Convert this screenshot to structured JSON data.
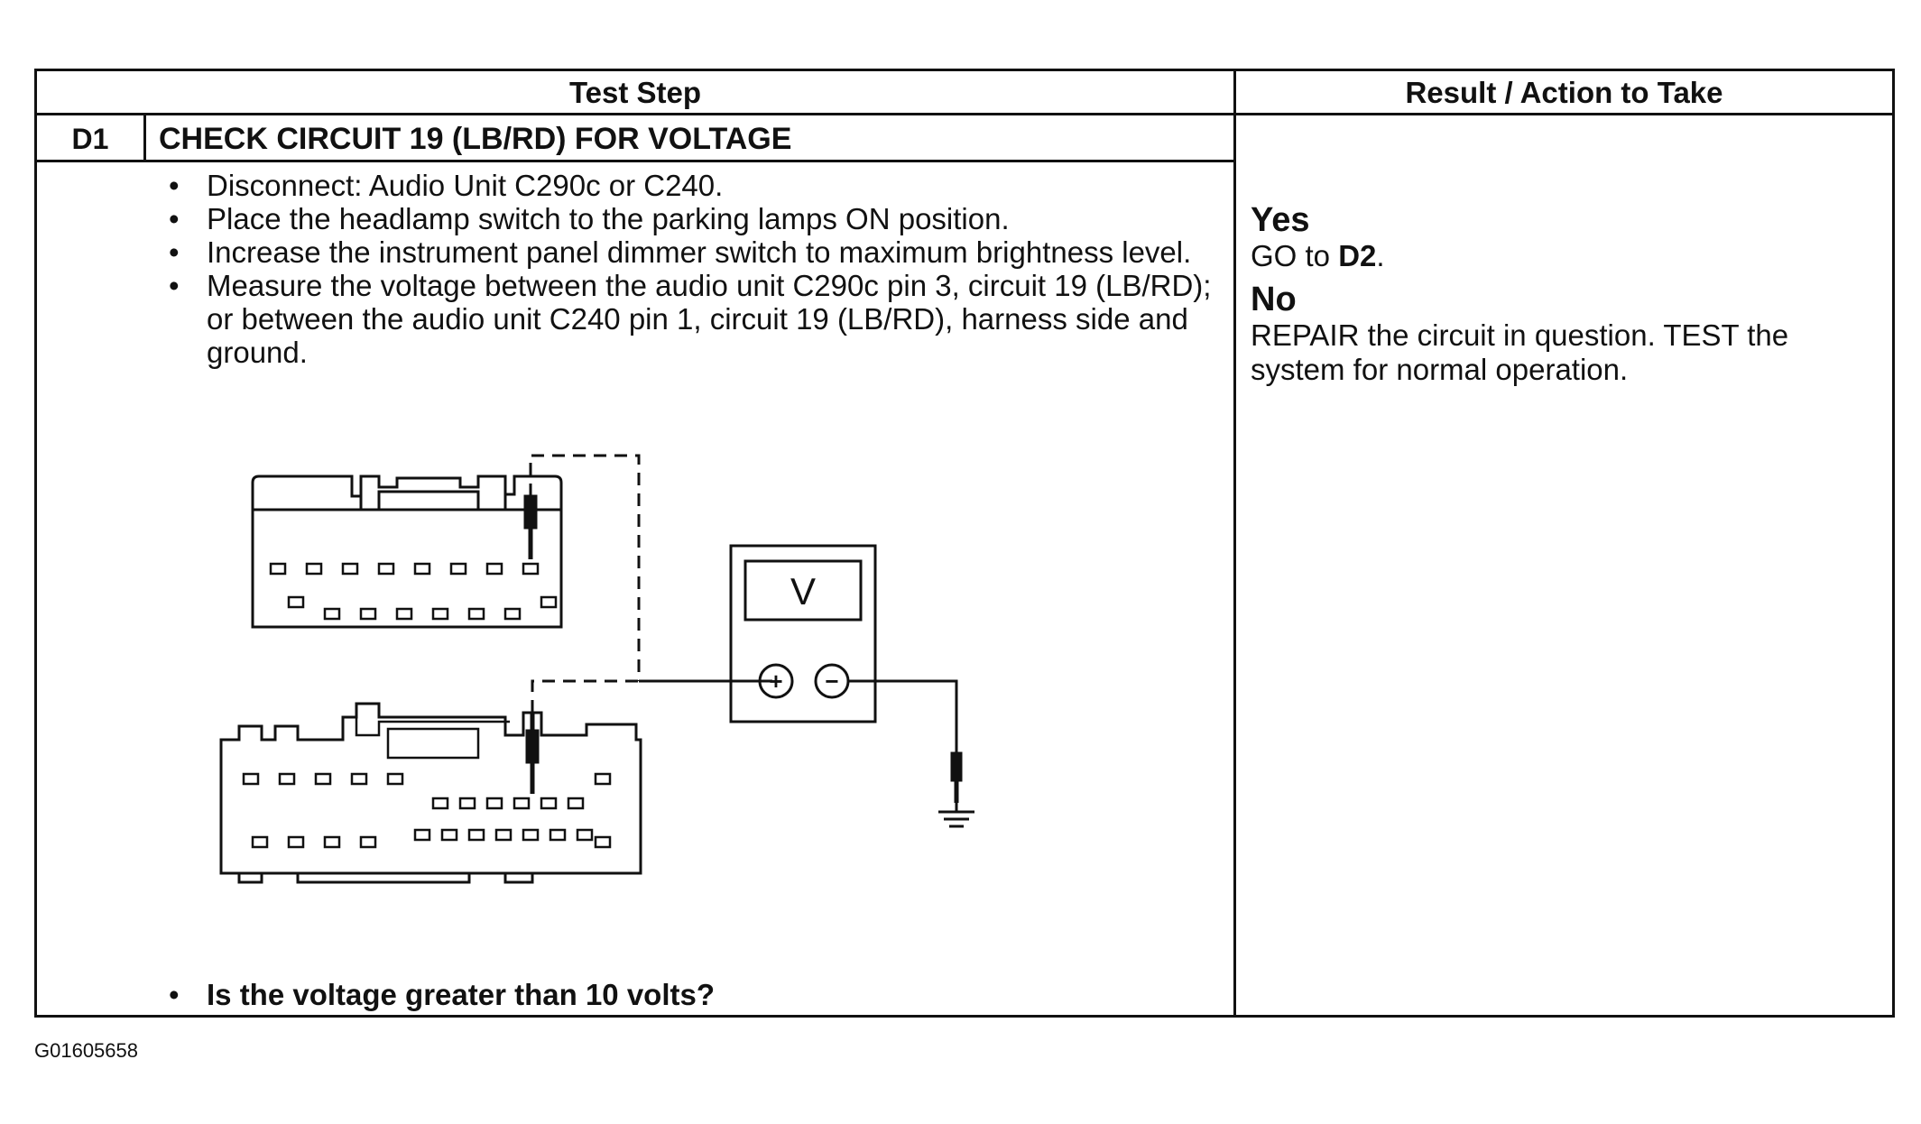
{
  "table": {
    "header_left": "Test Step",
    "header_right": "Result / Action to Take",
    "step_id": "D1",
    "step_title": "CHECK CIRCUIT 19 (LB/RD) FOR VOLTAGE",
    "bullets": [
      "Disconnect: Audio Unit C290c or C240.",
      "Place the headlamp switch to the parking lamps ON position.",
      "Increase the instrument panel dimmer switch to maximum brightness level.",
      "Measure the voltage between the audio unit C290c pin 3, circuit 19 (LB/RD); or between the audio unit C240 pin 1, circuit 19 (LB/RD), harness side and ground."
    ],
    "question": "Is the voltage greater than 10 volts?"
  },
  "result": {
    "yes_label": "Yes",
    "yes_action_prefix": "GO to ",
    "yes_action_target": "D2",
    "yes_action_suffix": ".",
    "no_label": "No",
    "no_action": "REPAIR the circuit in question. TEST the system for normal operation."
  },
  "diagram": {
    "meter_symbol": "V",
    "plus_symbol": "+",
    "minus_symbol": "−"
  },
  "figure_id": "G01605658"
}
